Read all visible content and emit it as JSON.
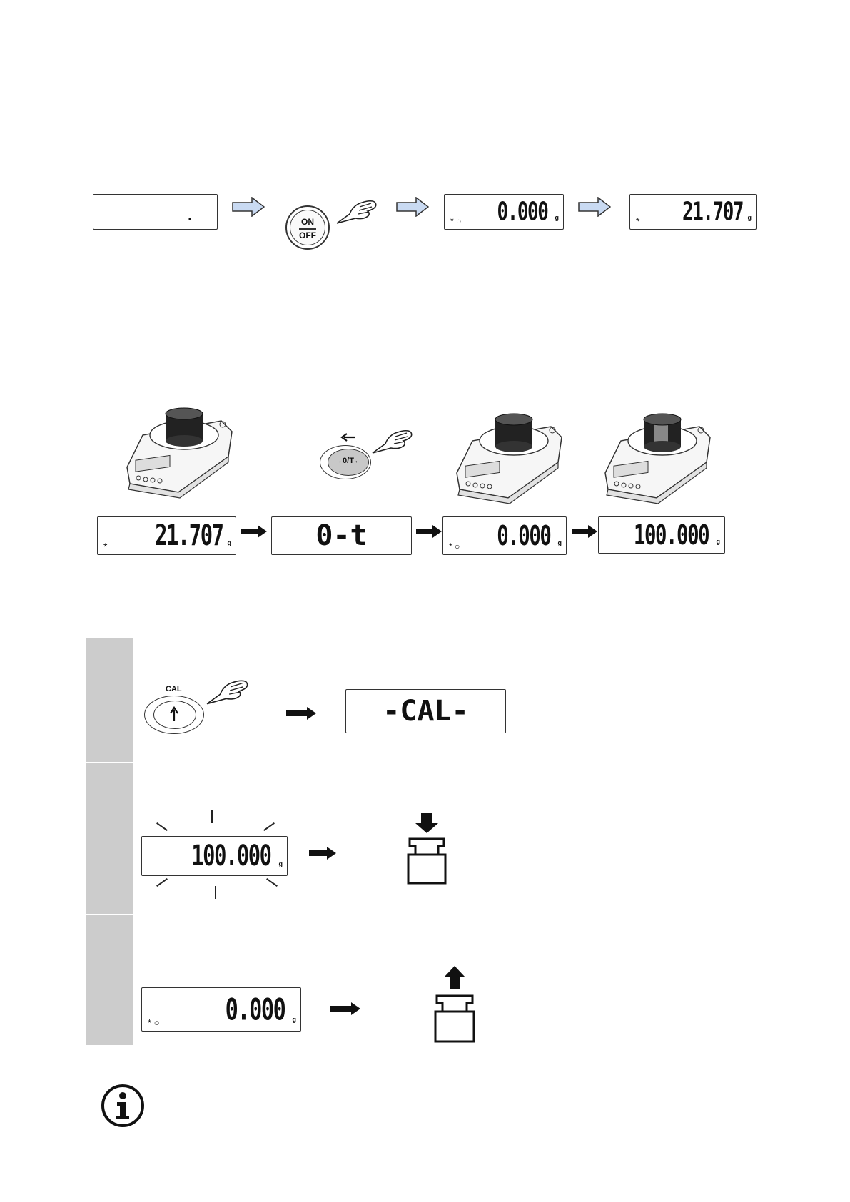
{
  "row1": {
    "display_off_dot": ".",
    "onoff_on": "ON",
    "onoff_off": "OFF",
    "display_zero": "0.000",
    "display_zero_unit": "g",
    "display_zero_ind": "* ○",
    "display_weight": "21.707",
    "display_weight_unit": "g",
    "display_weight_ind": "*"
  },
  "row2": {
    "display_weight": "21.707",
    "display_weight_unit": "g",
    "display_weight_ind": "*",
    "tare_label": "→0/T←",
    "display_tare": "0-t",
    "display_zero": "0.000",
    "display_zero_unit": "g",
    "display_zero_ind": "* ○",
    "display_100": "100.000",
    "display_100_unit": "g"
  },
  "cal": {
    "cal_button_label": "CAL",
    "display_cal": "-CAL-",
    "display_100": "100.000",
    "display_100_unit": "g",
    "display_zero": "0.000",
    "display_zero_unit": "g",
    "display_zero_ind": "* ○"
  },
  "info_icon": "info-icon"
}
